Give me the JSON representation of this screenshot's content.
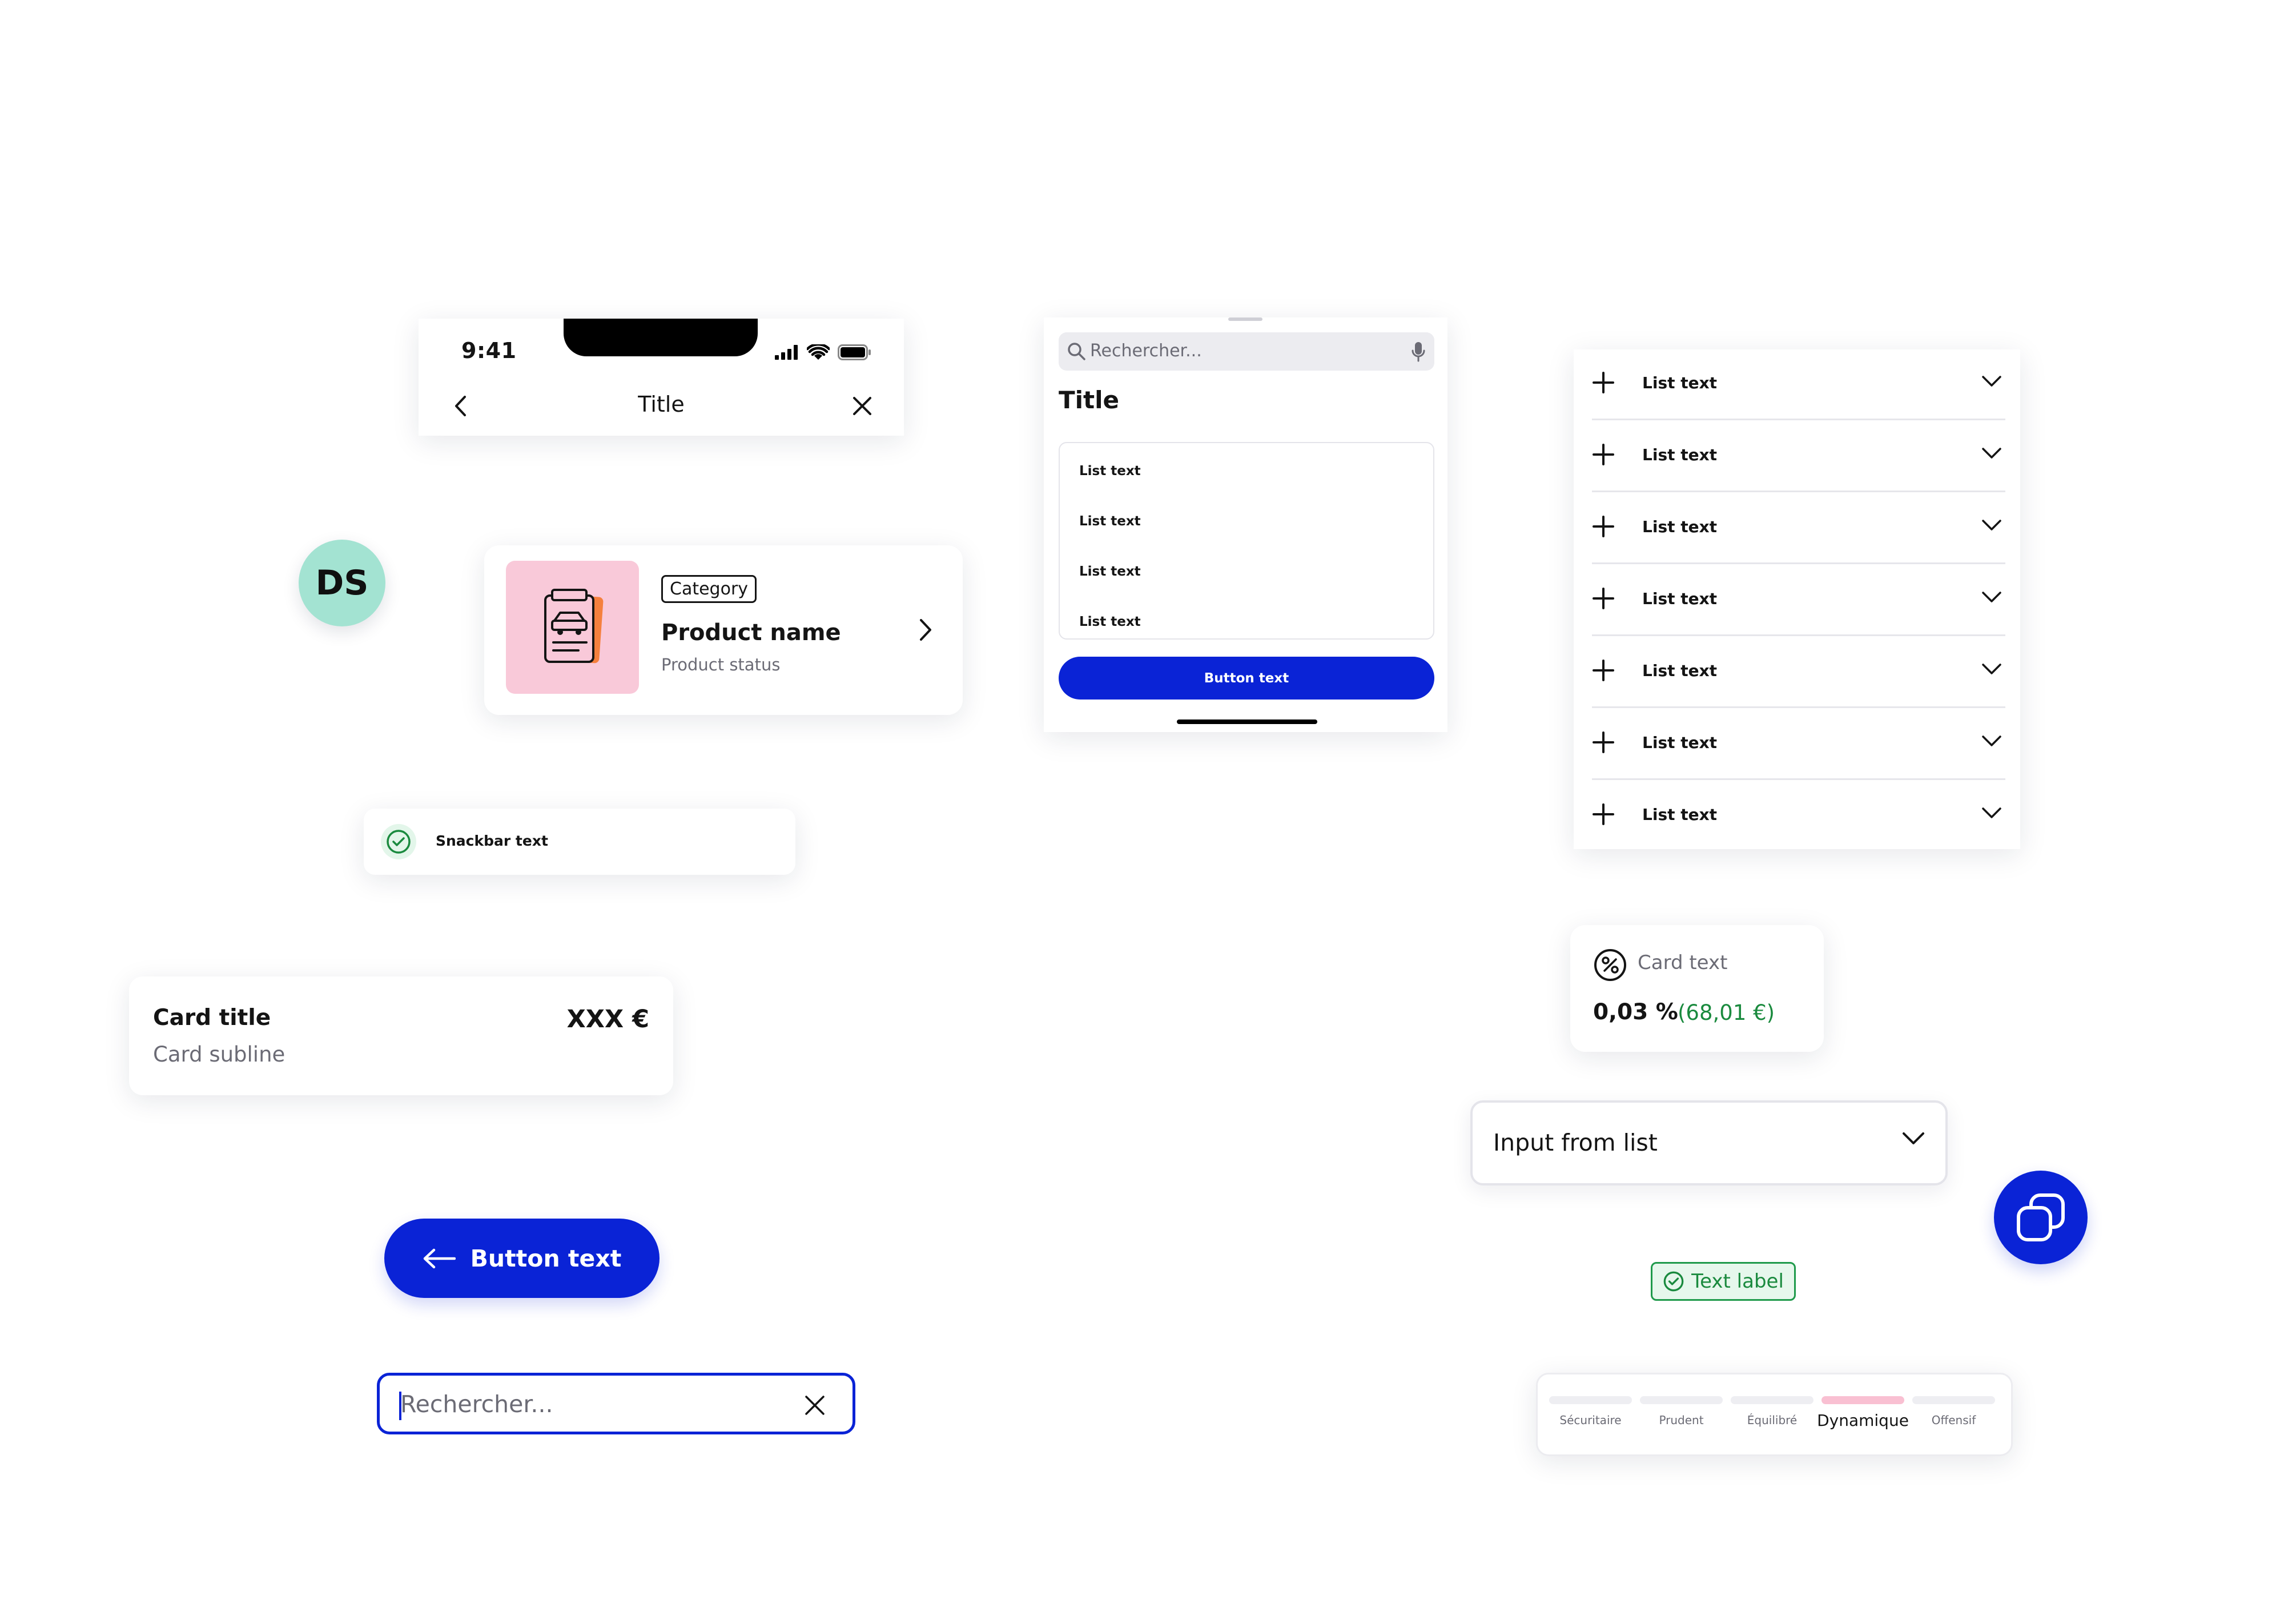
{
  "phone_header": {
    "time": "9:41",
    "title": "Title",
    "icons": [
      "signal-icon",
      "wifi-icon",
      "battery-icon",
      "back-arrow-icon",
      "close-icon"
    ]
  },
  "avatar": {
    "initials": "DS",
    "color": "#a3e3d2"
  },
  "product_card": {
    "category": "Category",
    "name": "Product name",
    "status": "Product status",
    "thumb_color": "#f9c9d9",
    "icons": [
      "document-car-icon",
      "chevron-right-icon"
    ]
  },
  "snackbar": {
    "text": "Snackbar text",
    "icon": "check-circle-icon"
  },
  "price_card": {
    "title": "Card title",
    "subline": "Card subline",
    "amount": "XXX €"
  },
  "primary_button": {
    "label": "Button text",
    "icon": "arrow-left-icon",
    "color": "#0a23d6"
  },
  "search_field": {
    "placeholder": "Rechercher...",
    "icon": "clear-icon"
  },
  "bottom_sheet": {
    "search_placeholder": "Rechercher...",
    "title": "Title",
    "items": [
      "List text",
      "List text",
      "List text",
      "List text"
    ],
    "button_label": "Button text",
    "icons": [
      "search-icon",
      "microphone-icon"
    ]
  },
  "accordion": {
    "items": [
      "List text",
      "List text",
      "List text",
      "List text",
      "List text",
      "List text",
      "List text"
    ],
    "icons": [
      "plus-icon",
      "chevron-down-icon"
    ]
  },
  "rate_card": {
    "label": "Card text",
    "value": "0,03 %",
    "gain": "(68,01 €)",
    "icon": "percent-icon",
    "gain_color": "#1a8a3e"
  },
  "select_field": {
    "value": "Input from list",
    "icon": "chevron-down-icon"
  },
  "fab": {
    "icon": "copy-icon"
  },
  "text_label": {
    "label": "Text label",
    "icon": "check-circle-icon",
    "color": "#1a8a3e"
  },
  "risk_selector": {
    "options": [
      "Sécuritaire",
      "Prudent",
      "Équilibré",
      "Dynamique",
      "Offensif"
    ],
    "selected": "Dynamique",
    "selected_color": "#f9c0d2"
  }
}
